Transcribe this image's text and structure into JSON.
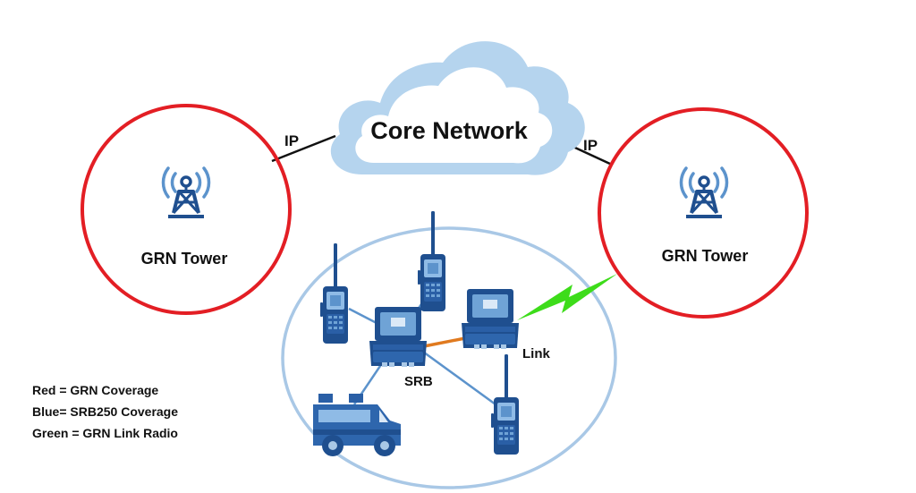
{
  "core": {
    "label": "Core Network"
  },
  "links": {
    "ip_left": "IP",
    "ip_right": "IP",
    "link_label": "Link",
    "srb_label": "SRB"
  },
  "towers": [
    {
      "label": "GRN Tower"
    },
    {
      "label": "GRN Tower"
    }
  ],
  "legend": [
    "Red = GRN Coverage",
    "Blue= SRB250 Coverage",
    "Green = GRN Link Radio"
  ],
  "colors": {
    "grn_coverage": "#e31e24",
    "srb_coverage": "#a9c8e6",
    "cloud": "#b5d4ee",
    "device_dark": "#1f4f8f",
    "device_light": "#6fa3d6",
    "link_radio": "#3ddc1a",
    "srb_link": "#e07a1f"
  },
  "icons": [
    "cloud-icon",
    "radio-tower-icon",
    "radio-handset-icon",
    "srb-unit-icon",
    "vehicle-icon",
    "lightning-link-icon"
  ]
}
